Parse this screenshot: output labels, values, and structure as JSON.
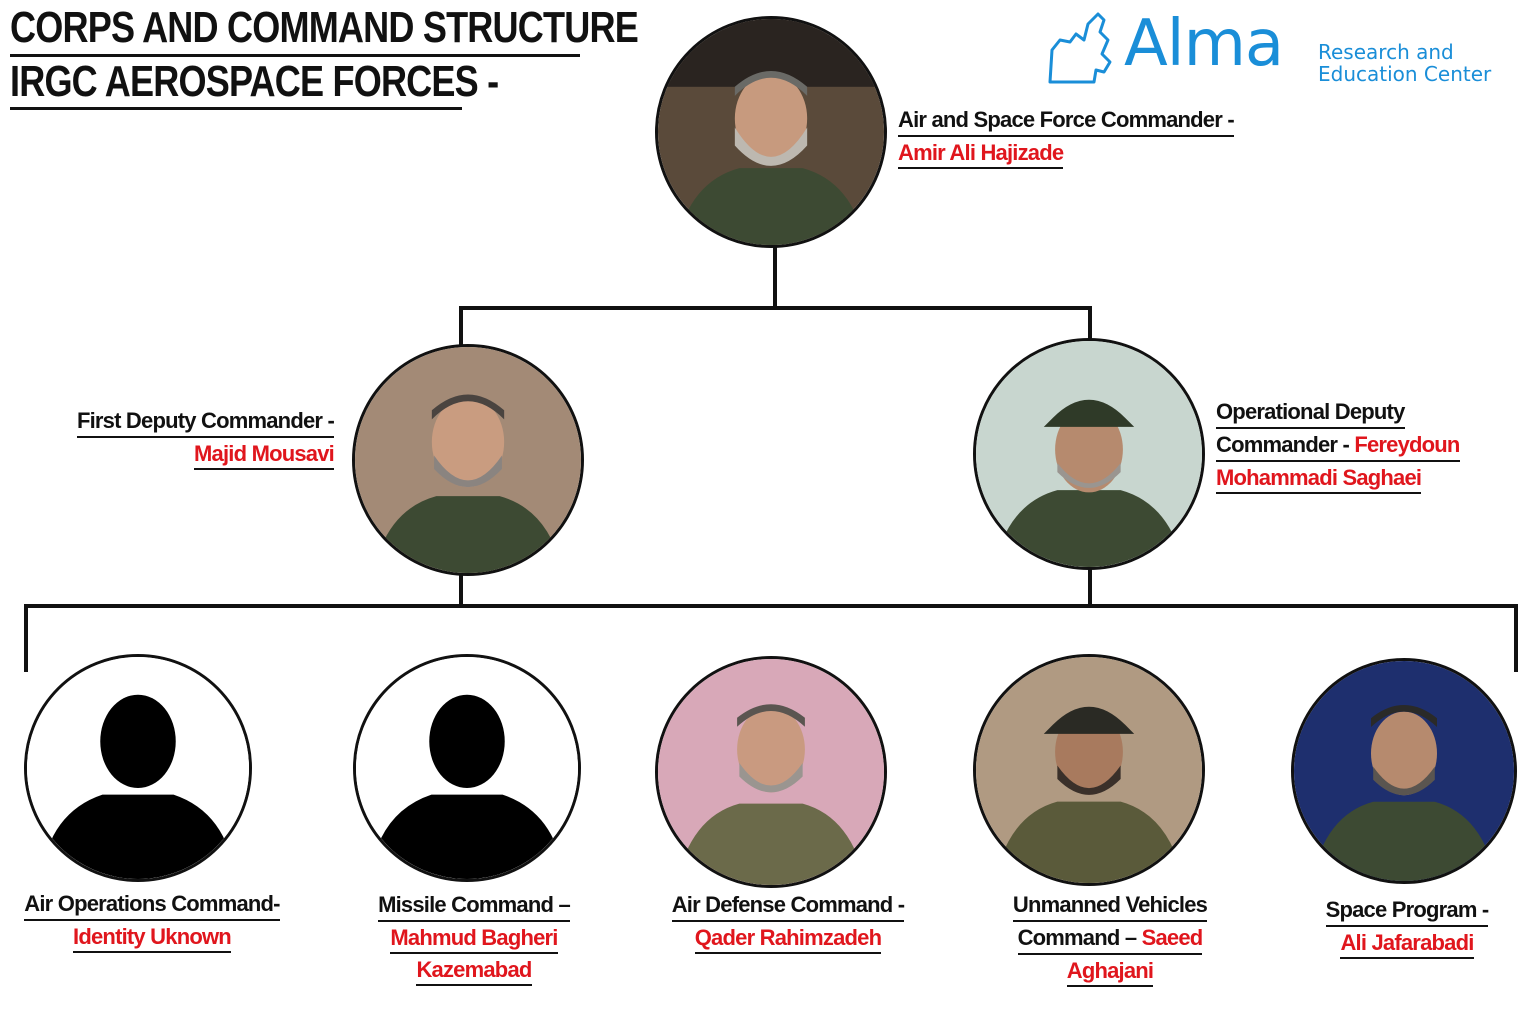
{
  "header": {
    "title_line1": "CORPS AND COMMAND STRUCTURE",
    "title_line2": "IRGC AEROSPACE FORCES -"
  },
  "logo": {
    "wordmark": "Alma",
    "subtitle_line1": "Research and",
    "subtitle_line2": "Education Center",
    "color": "#1a8ed8"
  },
  "colors": {
    "name_red": "#e0161d",
    "text_black": "#111111",
    "uniform_green": "#3d4a33"
  },
  "org": {
    "top": {
      "role": "Air and Space Force Commander -",
      "name": "Amir Ali Hajizade"
    },
    "deputies": [
      {
        "role": "First Deputy Commander -",
        "name": "Majid Mousavi"
      },
      {
        "role_line1": "Operational Deputy",
        "role_line2": "Commander - ",
        "name_line1": "Fereydoun",
        "name_line2": "Mohammadi Saghaei"
      }
    ],
    "commands": [
      {
        "role": "Air Operations Command-",
        "name": "Identity Uknown",
        "icon": "silhouette-icon"
      },
      {
        "role": "Missile Command –",
        "name_line1": "Mahmud Bagheri",
        "name_line2": "Kazemabad",
        "icon": "silhouette-icon"
      },
      {
        "role": "Air Defense Command -",
        "name": "Qader Rahimzadeh"
      },
      {
        "role_line1": "Unmanned Vehicles",
        "role_line2": "Command – ",
        "name_line1": "Saeed",
        "name_line2": "Aghajani"
      },
      {
        "role": "Space Program -",
        "name": "Ali Jafarabadi"
      }
    ]
  }
}
